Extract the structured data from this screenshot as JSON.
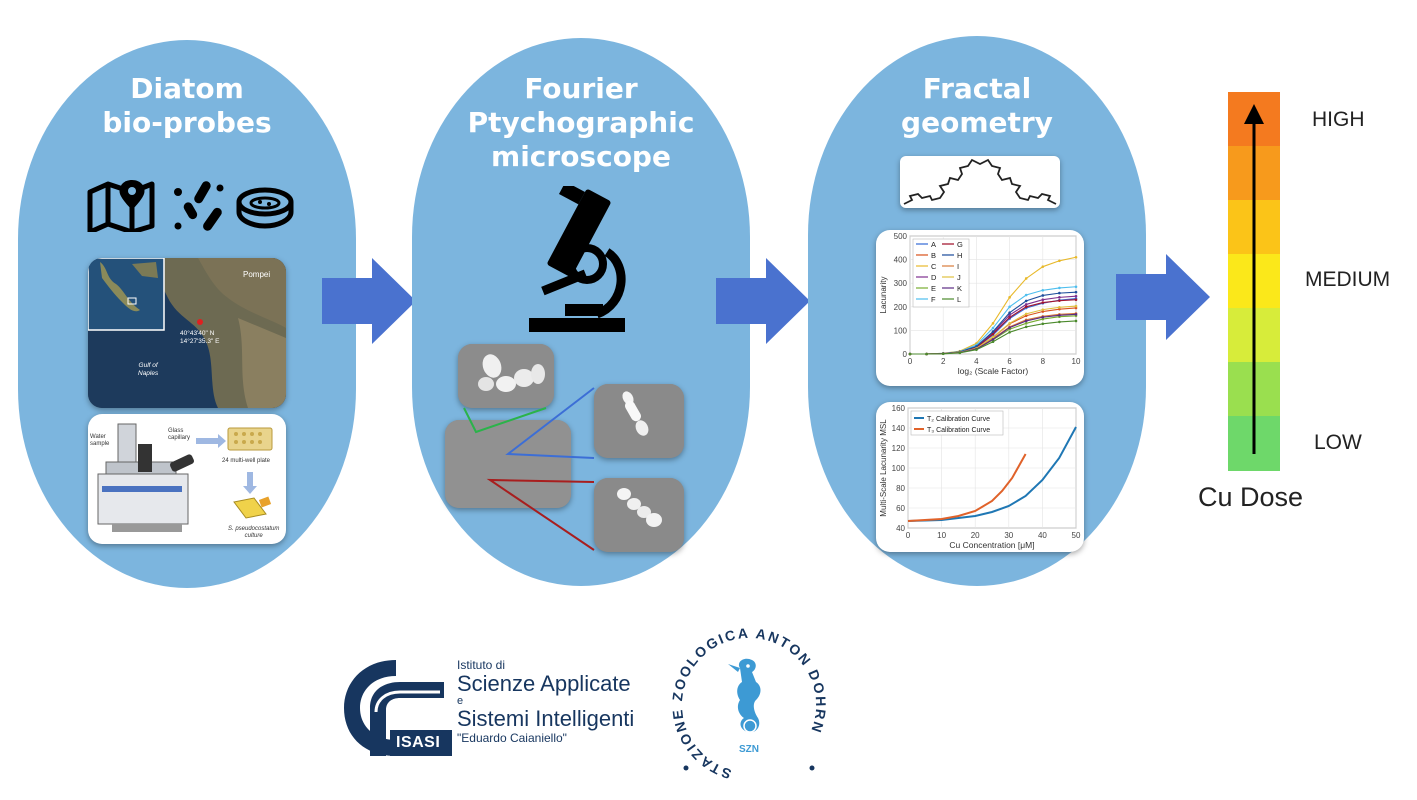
{
  "panels": [
    {
      "title_line1": "Diatom",
      "title_line2": "bio-probes"
    },
    {
      "title_line1": "Fourier",
      "title_line2": "Ptychographic",
      "title_line3": "microscope"
    },
    {
      "title_line1": "Fractal",
      "title_line2": "geometry"
    }
  ],
  "map": {
    "place": "Pompei",
    "coord1": "40°43'40\" N",
    "coord2": "14°27'35.3\" E",
    "gulf_line1": "Gulf of",
    "gulf_line2": "Naples"
  },
  "lab": {
    "water": "Water",
    "sample": "sample",
    "glass": "Glass",
    "capillary": "capillary",
    "plate": "24 multi-well plate",
    "species": "S. pseudocostatum",
    "culture": "culture"
  },
  "lacunarity_chart": {
    "type": "line",
    "ylabel": "Lacunarity",
    "xlabel": "log₂ (Scale Factor)",
    "x_ticks": [
      "0",
      "2",
      "4",
      "6",
      "8",
      "10"
    ],
    "y_ticks": [
      "0",
      "100",
      "200",
      "300",
      "400",
      "500"
    ],
    "xlim": [
      0,
      10
    ],
    "ylim": [
      0,
      500
    ],
    "legend_left": [
      "A",
      "B",
      "C",
      "D",
      "E",
      "F"
    ],
    "legend_right": [
      "G",
      "H",
      "I",
      "J",
      "K",
      "L"
    ],
    "colors": [
      "#3a6fd8",
      "#d9531e",
      "#e8b92a",
      "#7e2f8e",
      "#77ac30",
      "#4dbeee",
      "#a2142f",
      "#1f4e9c",
      "#d97a3a",
      "#e0c040",
      "#5b2c83",
      "#4b8a2c"
    ],
    "x": [
      0,
      1,
      2,
      3,
      4,
      5,
      6,
      7,
      8,
      9,
      10
    ],
    "series": [
      {
        "values": [
          0,
          0,
          2,
          8,
          28,
          80,
          150,
          195,
          215,
          228,
          235
        ]
      },
      {
        "values": [
          0,
          0,
          2,
          7,
          25,
          70,
          128,
          162,
          180,
          190,
          195
        ]
      },
      {
        "values": [
          0,
          0,
          3,
          12,
          45,
          130,
          240,
          320,
          370,
          395,
          410
        ]
      },
      {
        "values": [
          0,
          0,
          2,
          9,
          30,
          90,
          165,
          210,
          230,
          240,
          245
        ]
      },
      {
        "values": [
          0,
          0,
          2,
          6,
          20,
          60,
          105,
          130,
          148,
          158,
          162
        ]
      },
      {
        "values": [
          0,
          0,
          3,
          10,
          38,
          110,
          200,
          250,
          270,
          280,
          285
        ]
      },
      {
        "values": [
          0,
          0,
          2,
          8,
          27,
          85,
          155,
          200,
          218,
          226,
          230
        ]
      },
      {
        "values": [
          0,
          0,
          2,
          9,
          32,
          95,
          175,
          225,
          248,
          258,
          262
        ]
      },
      {
        "values": [
          0,
          0,
          2,
          7,
          22,
          65,
          115,
          145,
          160,
          168,
          172
        ]
      },
      {
        "values": [
          0,
          0,
          2,
          7,
          24,
          72,
          130,
          170,
          188,
          198,
          203
        ]
      },
      {
        "values": [
          0,
          0,
          2,
          6,
          21,
          62,
          112,
          140,
          156,
          164,
          168
        ]
      },
      {
        "values": [
          0,
          0,
          1,
          5,
          18,
          52,
          92,
          115,
          128,
          136,
          140
        ]
      }
    ]
  },
  "calibration_chart": {
    "type": "line",
    "ylabel": "Multi-Scale Lacunarity MSL",
    "xlabel": "Cu Concentration [μM]",
    "x_ticks": [
      "0",
      "10",
      "20",
      "30",
      "40",
      "50"
    ],
    "y_ticks": [
      "40",
      "60",
      "80",
      "100",
      "120",
      "140",
      "160"
    ],
    "xlim": [
      0,
      50
    ],
    "ylim": [
      40,
      160
    ],
    "colors": [
      "#1f77b4",
      "#e0622a"
    ],
    "series": [
      {
        "name": "T₂ Calibration Curve",
        "x": [
          0,
          10,
          20,
          25,
          30,
          35,
          40,
          45,
          50
        ],
        "values": [
          47,
          48,
          52,
          56,
          62,
          72,
          88,
          110,
          141
        ]
      },
      {
        "name": "T₃ Calibration Curve",
        "x": [
          0,
          10,
          15,
          20,
          25,
          28,
          31,
          33,
          35
        ],
        "values": [
          47,
          49,
          52,
          57,
          67,
          77,
          90,
          102,
          114
        ]
      }
    ]
  },
  "dose_scale": {
    "high": "HIGH",
    "medium": "MEDIUM",
    "low": "LOW",
    "title": "Cu Dose",
    "colors": [
      "#f47a1f",
      "#f79a1c",
      "#fbc418",
      "#fbe81a",
      "#d7ec3a",
      "#9adf4f",
      "#6ed86a"
    ]
  },
  "isasi": {
    "logo_text": "ISASI",
    "line1": "Istituto di",
    "line2": "Scienze Applicate",
    "line3": "e",
    "line4": "Sistemi Intelligenti",
    "line5": "\"Eduardo Caianiello\""
  },
  "szn": {
    "ring_text": "STAZIONE ZOOLOGICA ANTON DOHRN",
    "abbr": "SZN"
  }
}
